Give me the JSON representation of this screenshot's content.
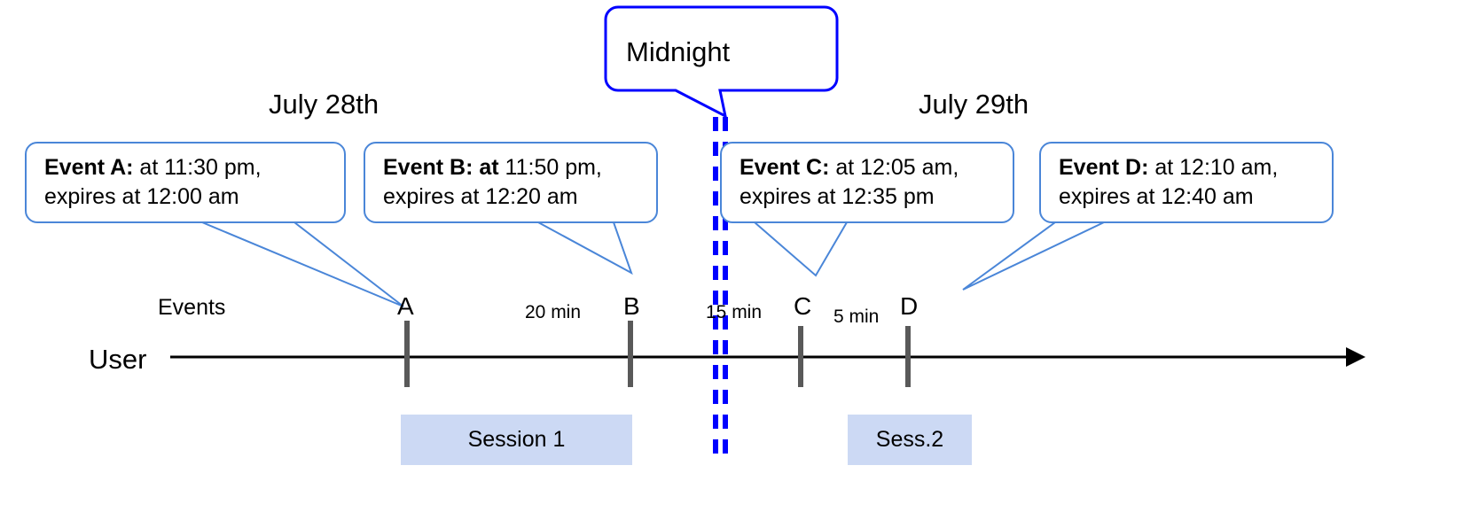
{
  "diagram": {
    "title_bubble": {
      "label": "Midnight"
    },
    "dates": [
      {
        "id": "date-left",
        "label": "July 28th"
      },
      {
        "id": "date-right",
        "label": "July 29th"
      }
    ],
    "axis": {
      "name": "User",
      "row_label": "Events",
      "line_color": "#000000",
      "marker_color": "#595959"
    },
    "midnight_line": {
      "color": "#0000ff",
      "style": "double-dashed"
    },
    "callouts": [
      {
        "id": "event-a",
        "name": "Event A:",
        "name_bold_tail": "",
        "line1_rest": " at 11:30 pm,",
        "line2": "expires at 12:00 am"
      },
      {
        "id": "event-b",
        "name": "Event B:",
        "name_bold_tail": " at",
        "line1_rest": " 11:50 pm,",
        "line2": "expires at 12:20 am"
      },
      {
        "id": "event-c",
        "name": "Event C:",
        "name_bold_tail": "",
        "line1_rest": " at 12:05 am,",
        "line2": "expires at 12:35 pm"
      },
      {
        "id": "event-d",
        "name": "Event D:",
        "name_bold_tail": "",
        "line1_rest": "  at 12:10 am,",
        "line2": "expires at 12:40 am"
      }
    ],
    "markers": [
      {
        "id": "marker-a",
        "label": "A"
      },
      {
        "id": "marker-b",
        "label": "B"
      },
      {
        "id": "marker-c",
        "label": "C"
      },
      {
        "id": "marker-d",
        "label": "D"
      }
    ],
    "intervals": [
      {
        "id": "interval-ab",
        "label": "20 min"
      },
      {
        "id": "interval-bc",
        "label": "15 min"
      },
      {
        "id": "interval-cd",
        "label": "5 min"
      }
    ],
    "sessions": [
      {
        "id": "session-1",
        "label": "Session 1"
      },
      {
        "id": "session-2",
        "label": "Sess.2"
      }
    ],
    "colors": {
      "callout_border": "#4a86d8",
      "midnight_border": "#0000ff",
      "leader_line": "#4a86d8",
      "session_fill": "#ccd9f4",
      "marker": "#595959",
      "axis": "#000000"
    }
  }
}
